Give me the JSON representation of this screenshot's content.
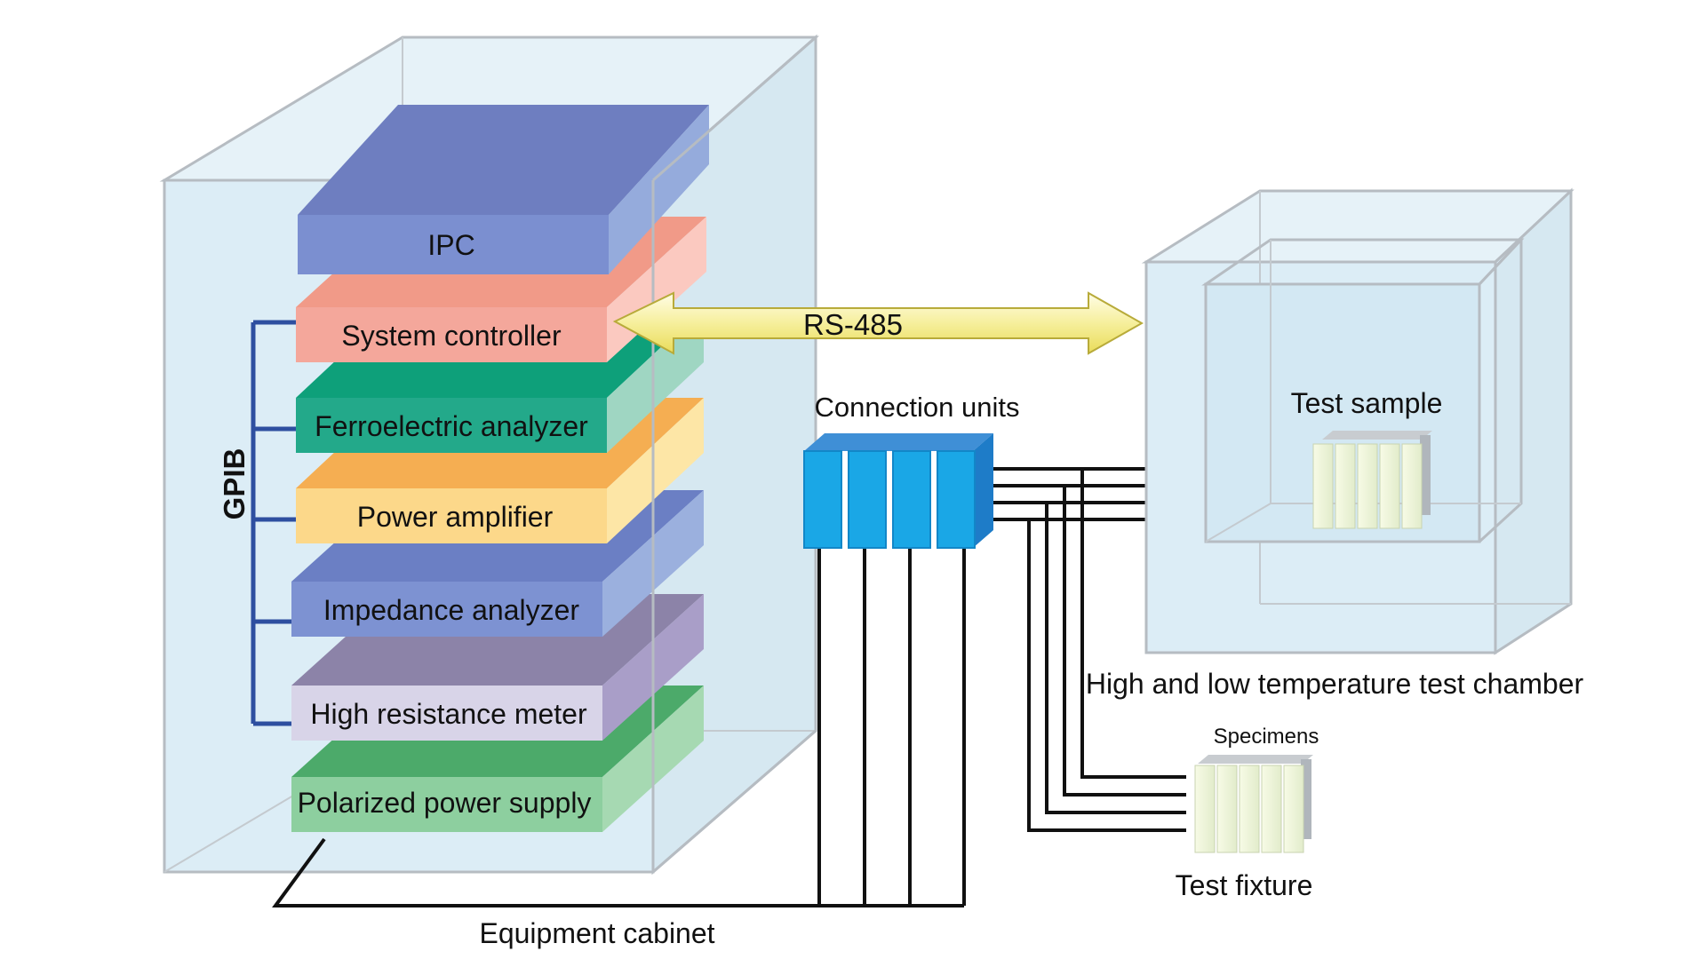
{
  "cabinet": {
    "label": "Equipment cabinet"
  },
  "bus": {
    "label": "GPIB"
  },
  "link": {
    "label": "RS-485"
  },
  "connection": {
    "label": "Connection units"
  },
  "chamber": {
    "label": "High and low temperature test chamber",
    "sample_label": "Test sample"
  },
  "fixture": {
    "label": "Test fixture",
    "specimens_label": "Specimens"
  },
  "instruments": [
    {
      "name": "ipc",
      "label": "IPC",
      "color": "#7b8fd0"
    },
    {
      "name": "system-controller",
      "label": "System controller",
      "color": "#f4a79b"
    },
    {
      "name": "ferroelectric-analyzer",
      "label": "Ferroelectric analyzer",
      "color": "#23a98a"
    },
    {
      "name": "power-amplifier",
      "label": "Power amplifier",
      "color": "#fcd88a"
    },
    {
      "name": "impedance-analyzer",
      "label": "Impedance analyzer",
      "color": "#7d92d2"
    },
    {
      "name": "high-resistance-meter",
      "label": "High resistance meter",
      "color": "#d8d4e8"
    },
    {
      "name": "polarized-power-supply",
      "label": "Polarized power supply",
      "color": "#8dcf9f"
    }
  ],
  "colors": {
    "glass": "#dcedf6",
    "glass_edge": "#b6bcc2",
    "gpib": "#2e4fa0",
    "connection_unit": "#1aa7e6",
    "arrow": "#f3eb8a",
    "wire": "#111111"
  }
}
